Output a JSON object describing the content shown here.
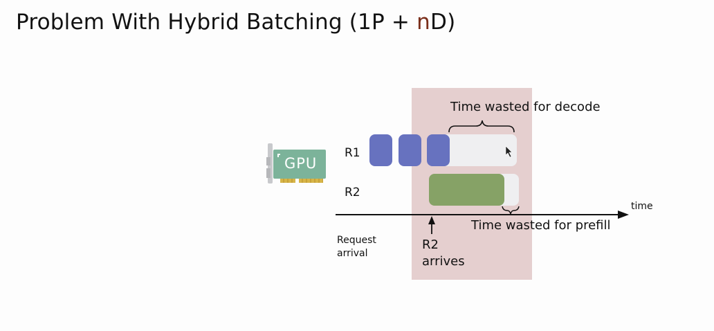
{
  "title": {
    "prefix": "Problem With Hybrid Batching (1P + ",
    "accent": "n",
    "suffix": "D)"
  },
  "gpu_icon": {
    "label": "GPU"
  },
  "rows": [
    {
      "label": "R1"
    },
    {
      "label": "R2"
    }
  ],
  "axis": {
    "label": "time"
  },
  "annotations": {
    "decode_waste": "Time wasted for decode",
    "prefill_waste": "Time wasted for prefill",
    "request_arrival_line1": "Request",
    "request_arrival_line2": "arrival",
    "r2_arrives_line1": "R2",
    "r2_arrives_line2": "arrives"
  },
  "colors": {
    "decode_block": "#6772bf",
    "prefill_block": "#86a266",
    "wasted_time": "#efeff1",
    "highlight_region": "#e5cfcf",
    "title_accent": "#7a2e1a"
  }
}
